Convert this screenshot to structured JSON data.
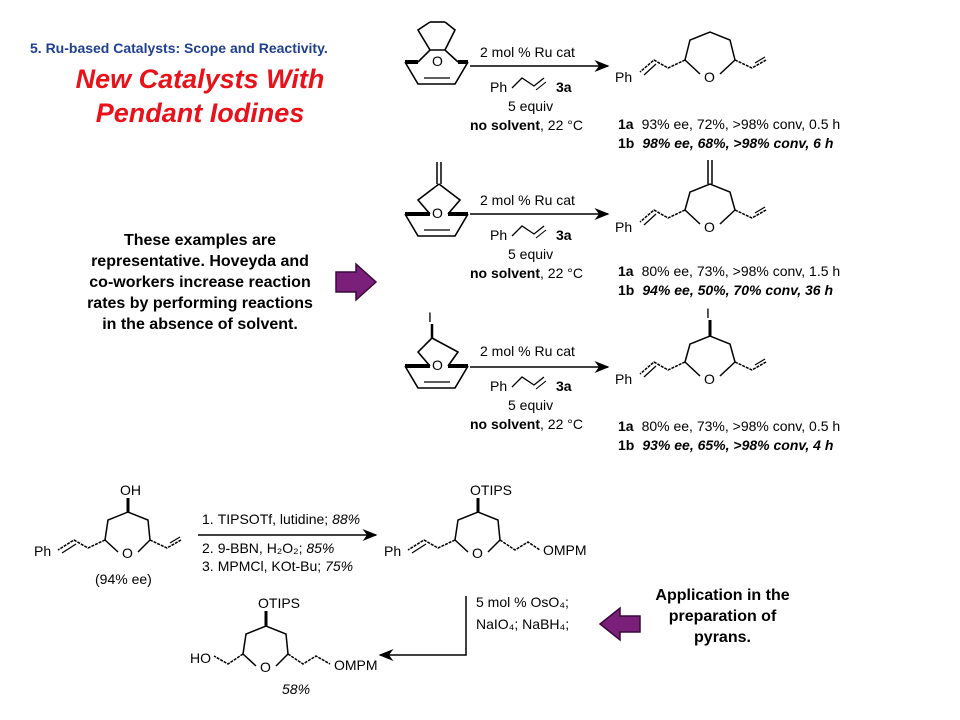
{
  "header": {
    "subtitle": "5. Ru-based Catalysts: Scope and Reactivity.",
    "title_line1": "New Catalysts With",
    "title_line2": "Pendant Iodines"
  },
  "note_lines": [
    "These examples are",
    "representative.  Hoveyda and",
    "co-workers increase reaction",
    "rates by performing reactions",
    "in the absence of solvent."
  ],
  "application_note_lines": [
    "Application in the",
    "preparation of",
    "pyrans."
  ],
  "colors": {
    "title": "#e8121a",
    "subtitle": "#1f3f8f",
    "arrow_fill": "#7a1f7a"
  },
  "reactions": [
    {
      "conditions": {
        "catalyst": "2 mol % Ru cat",
        "reagent_ph": "Ph",
        "reagent_label": "3a",
        "equiv": "5 equiv",
        "solvent_bold": "no solvent",
        "solvent_rest": ", 22 °C"
      },
      "product_ph": "Ph",
      "product_o": "O",
      "result_1a_label": "1a",
      "result_1a": "93% ee, 72%, >98% conv, 0.5 h",
      "result_1b_label": "1b",
      "result_1b": "98% ee, 68%, >98% conv, 6 h"
    },
    {
      "conditions": {
        "catalyst": "2 mol % Ru cat",
        "reagent_ph": "Ph",
        "reagent_label": "3a",
        "equiv": "5 equiv",
        "solvent_bold": "no solvent",
        "solvent_rest": ", 22 °C"
      },
      "product_ph": "Ph",
      "product_o": "O",
      "result_1a_label": "1a",
      "result_1a": "80% ee, 73%, >98% conv, 1.5 h",
      "result_1b_label": "1b",
      "result_1b": "94% ee, 50%, 70% conv, 36 h"
    },
    {
      "conditions": {
        "catalyst": "2 mol % Ru cat",
        "reagent_ph": "Ph",
        "reagent_label": "3a",
        "equiv": "5 equiv",
        "solvent_bold": "no solvent",
        "solvent_rest": ", 22 °C"
      },
      "product_ph": "Ph",
      "product_o": "O",
      "result_1a_label": "1a",
      "result_1a": "80% ee, 73%, >98% conv, 0.5 h",
      "result_1b_label": "1b",
      "result_1b": "93% ee, 65%, >98% conv, 4 h"
    }
  ],
  "substrate_labels": {
    "o": "O",
    "iodine": "I"
  },
  "application": {
    "start_oh": "OH",
    "start_ph": "Ph",
    "start_o": "O",
    "start_ee": "(94% ee)",
    "step1_num": "1.",
    "step1": "TIPSOTf, lutidine; ",
    "step1_yield": "88%",
    "step2_num": "2.",
    "step2": "9-BBN, H₂O₂; ",
    "step2_yield": "85%",
    "step3_num": "3.",
    "step3": "MPMCl, KOt-Bu; ",
    "step3_yield": "75%",
    "mid_otips": "OTIPS",
    "mid_ph": "Ph",
    "mid_o": "O",
    "mid_ompm": "OMPM",
    "step4_line1": "5 mol % OsO₄;",
    "step4_line2": "NaIO₄; NaBH₄;",
    "final_otips": "OTIPS",
    "final_ho": "HO",
    "final_o": "O",
    "final_ompm": "OMPM",
    "final_yield": "58%"
  }
}
